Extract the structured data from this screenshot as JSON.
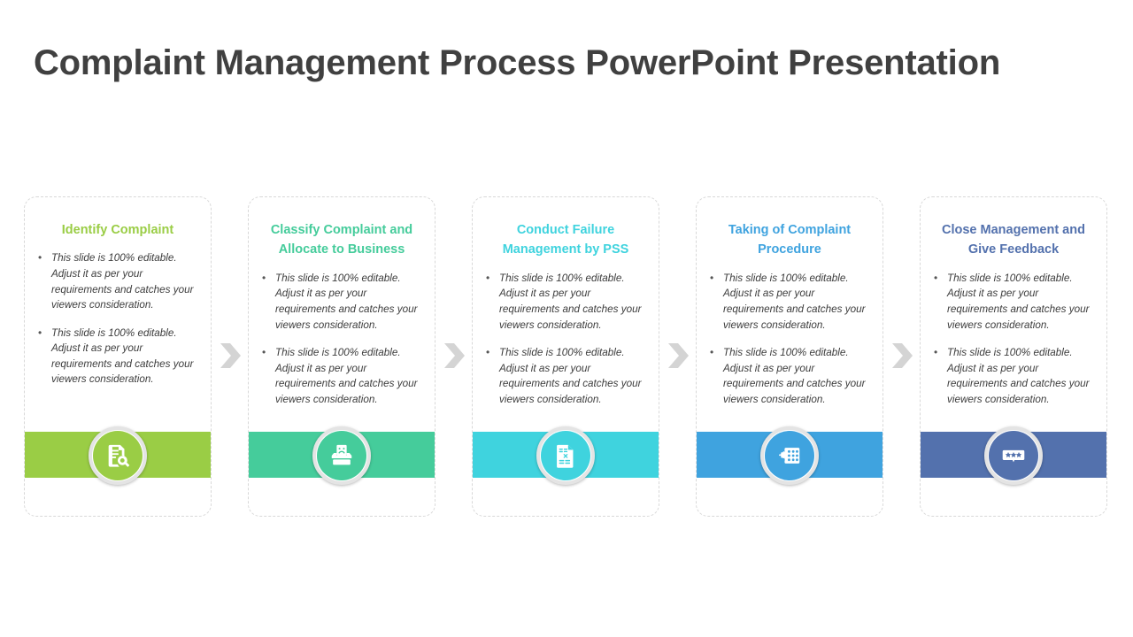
{
  "slide": {
    "title": "Complaint Management Process PowerPoint Presentation",
    "title_color": "#404040",
    "background": "#ffffff"
  },
  "bullet_text": "This slide is 100% editable. Adjust it as per your requirements and catches your viewers consideration.",
  "connector": {
    "icon": "chevron-right-icon",
    "color": "#d4d4d4",
    "count": 4
  },
  "cards": [
    {
      "index": 1,
      "title": "Identify Complaint",
      "color": "#9ACD45",
      "icon": "document-search-icon",
      "bullets": [
        "This slide is 100% editable. Adjust it as per your requirements and catches your viewers consideration.",
        "This slide is 100% editable. Adjust it as per your requirements and catches your viewers consideration."
      ]
    },
    {
      "index": 2,
      "title": "Classify Complaint and Allocate to Business",
      "color": "#45CC9B",
      "icon": "complaint-box-sad-face-icon",
      "bullets": [
        "This slide is 100% editable. Adjust it as per your requirements and catches your viewers consideration.",
        "This slide is 100% editable. Adjust it as per your requirements and catches your viewers consideration."
      ]
    },
    {
      "index": 3,
      "title": "Conduct Failure Management by PSS",
      "color": "#3FD3DE",
      "icon": "document-error-x-icon",
      "bullets": [
        "This slide is 100% editable. Adjust it as per your requirements and catches your viewers consideration.",
        "This slide is 100% editable. Adjust it as per your requirements and catches your viewers consideration."
      ]
    },
    {
      "index": 4,
      "title": "Taking of Complaint Procedure",
      "color": "#3FA3DF",
      "icon": "workflow-gear-icon",
      "bullets": [
        "This slide is 100% editable. Adjust it as per your requirements and catches your viewers consideration.",
        "This slide is 100% editable. Adjust it as per your requirements and catches your viewers consideration."
      ]
    },
    {
      "index": 5,
      "title": "Close Management and Give Feedback",
      "color": "#5371AD",
      "icon": "feedback-stars-bubble-icon",
      "bullets": [
        "This slide is 100% editable. Adjust it as per your requirements and catches your viewers consideration.",
        "This slide is 100% editable. Adjust it as per your requirements and catches your viewers consideration."
      ]
    }
  ]
}
